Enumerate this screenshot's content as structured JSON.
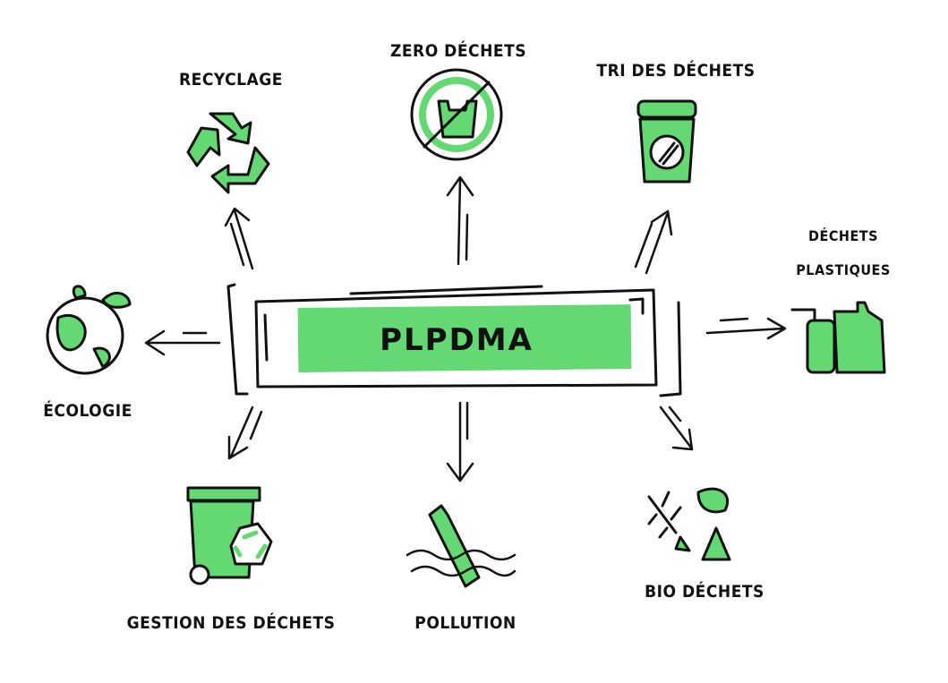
{
  "center": {
    "title": "PLPDMA"
  },
  "nodes": {
    "recyclage": "RECYCLAGE",
    "zero_dechets": "ZERO DÉCHETS",
    "tri_dechets": "TRI DES DÉCHETS",
    "dechets_plastiques_line1": "DÉCHETS",
    "dechets_plastiques_line2": "PLASTIQUES",
    "ecologie": "ÉCOLOGIE",
    "gestion_dechets": "GESTION DES DÉCHETS",
    "pollution": "POLLUTION",
    "bio_dechets": "BIO DÉCHETS"
  },
  "colors": {
    "accent": "#63d873",
    "ink": "#111111"
  }
}
